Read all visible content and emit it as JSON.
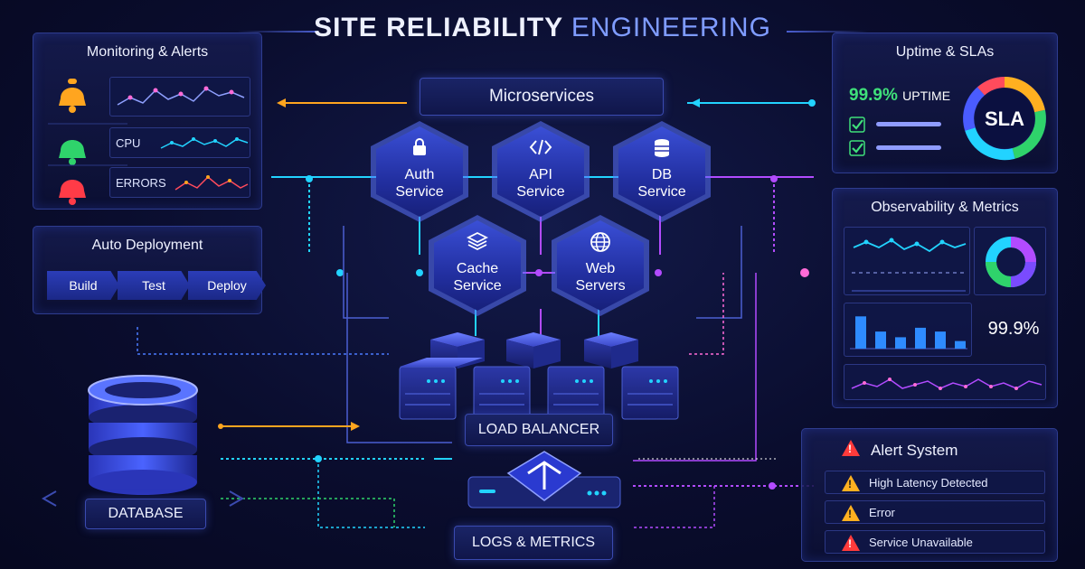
{
  "title": {
    "part1": "SITE RELIABILITY",
    "part2": "ENGINEERING"
  },
  "monitoring": {
    "title": "Monitoring & Alerts",
    "cpu_label": "CPU",
    "errors_label": "ERRORS",
    "bell_colors": [
      "#ffa51f",
      "#2fd36b",
      "#ff3b47"
    ]
  },
  "deployment": {
    "title": "Auto Deployment",
    "steps": [
      "Build",
      "Test",
      "Deploy"
    ]
  },
  "microservices": {
    "label": "Microservices"
  },
  "services": [
    {
      "icon": "lock-icon",
      "line1": "Auth",
      "line2": "Service"
    },
    {
      "icon": "code-icon",
      "line1": "API",
      "line2": "Service"
    },
    {
      "icon": "database-icon",
      "line1": "DB",
      "line2": "Service"
    },
    {
      "icon": "stack-icon",
      "line1": "Cache",
      "line2": "Service"
    },
    {
      "icon": "globe-icon",
      "line1": "Web",
      "line2": "Servers"
    }
  ],
  "load_balancer": {
    "label": "LOAD BALANCER"
  },
  "logs": {
    "label": "LOGS & METRICS"
  },
  "database": {
    "label": "DATABASE"
  },
  "uptime": {
    "title": "Uptime & SLAs",
    "value": "99.9%",
    "value_suffix": "UPTIME",
    "ring_label": "SLA"
  },
  "observability": {
    "title": "Observability & Metrics",
    "stat": "99.9%",
    "bar_values": [
      0.85,
      0.45,
      0.3,
      0.55,
      0.45,
      0.2
    ]
  },
  "alerts": {
    "title": "Alert System",
    "items": [
      {
        "text": "High Latency Detected",
        "level": "warning"
      },
      {
        "text": "Error",
        "level": "warning"
      },
      {
        "text": "Service Unavailable",
        "level": "critical"
      }
    ]
  },
  "colors": {
    "accent": "#5b6dff",
    "cyan": "#22d3ff",
    "violet": "#b24bff",
    "orange": "#ffa51f",
    "green": "#2fd36b",
    "red": "#ff3b3b"
  }
}
